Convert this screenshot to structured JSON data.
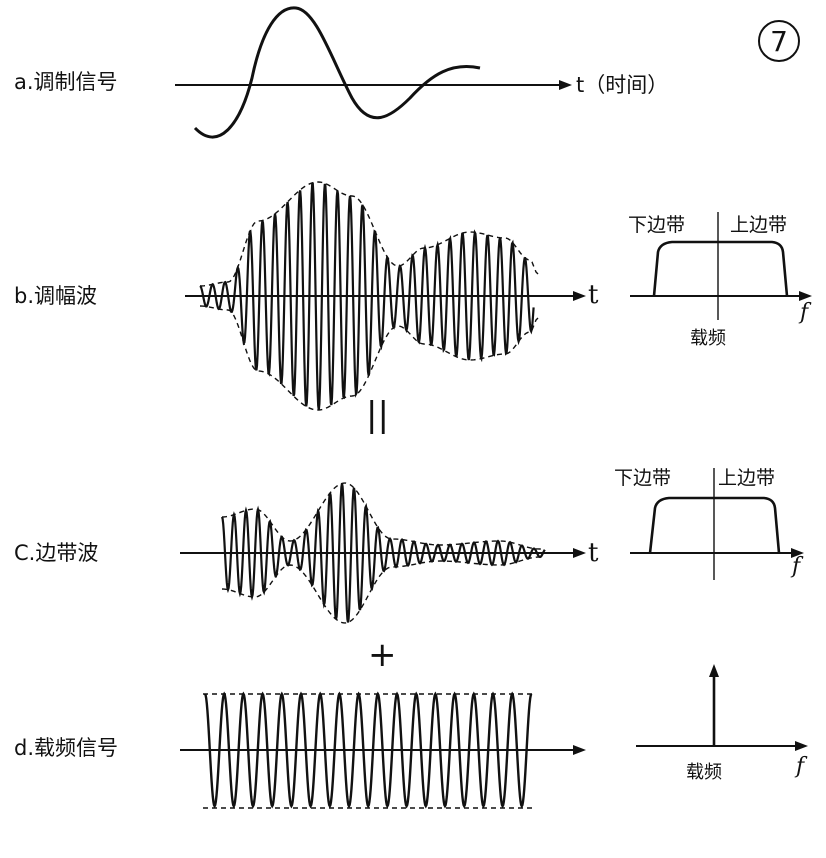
{
  "figure_number": "7",
  "colors": {
    "ink": "#111111",
    "paper": "#ffffff"
  },
  "rows": [
    {
      "id": "a",
      "label": "a.调制信号",
      "axis": "t（时间）"
    },
    {
      "id": "b",
      "label": "b.调幅波",
      "axis": "t"
    },
    {
      "id": "c",
      "label": "C.边带波",
      "axis": "t"
    },
    {
      "id": "d",
      "label": "d.载频信号"
    }
  ],
  "operators": {
    "equals": "||",
    "plus": "+"
  },
  "spectra": {
    "lower_band": "下边带",
    "upper_band": "上边带",
    "carrier": "载频",
    "freq_axis": "f"
  }
}
